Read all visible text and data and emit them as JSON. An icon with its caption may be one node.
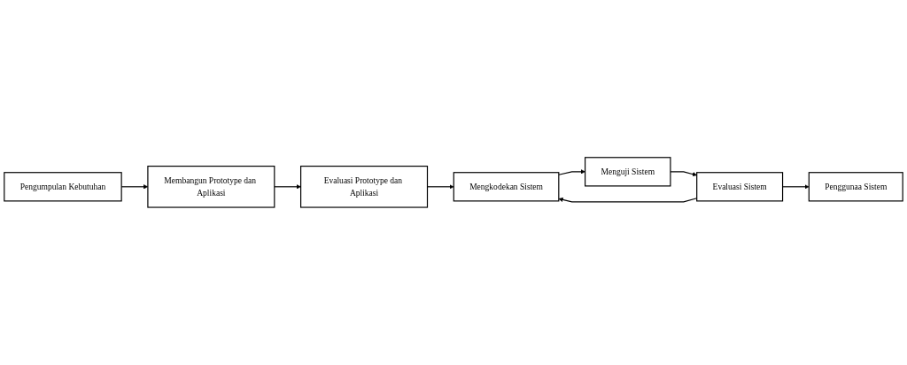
{
  "diagram": {
    "nodes": [
      {
        "text": [
          "Pengumpulan Kebutuhan"
        ]
      },
      {
        "text": [
          "Membangun Prototype dan Aplikasi"
        ]
      },
      {
        "text": [
          "Evaluasi Prototype dan Aplikasi"
        ]
      },
      {
        "text": [
          "Menguji Sistem"
        ]
      },
      {
        "text": [
          "Evaluasi Sistem"
        ]
      },
      {
        "text": [
          "Mengkodekan Sistem"
        ]
      },
      {
        "text": [
          "Penggunaa Sistem"
        ]
      }
    ],
    "edges": [
      {
        "from": 0,
        "to": 1,
        "arrow": "to"
      },
      {
        "from": 1,
        "to": 2,
        "arrow": "to"
      },
      {
        "from": 2,
        "to": 5,
        "arrow": "to"
      },
      {
        "from": 5,
        "to": 3,
        "arrow": "to"
      },
      {
        "from": 3,
        "to": 4,
        "arrow": "to"
      },
      {
        "from": 4,
        "to": 5,
        "arrow": "to"
      },
      {
        "from": 4,
        "to": 6,
        "arrow": "to"
      }
    ]
  }
}
